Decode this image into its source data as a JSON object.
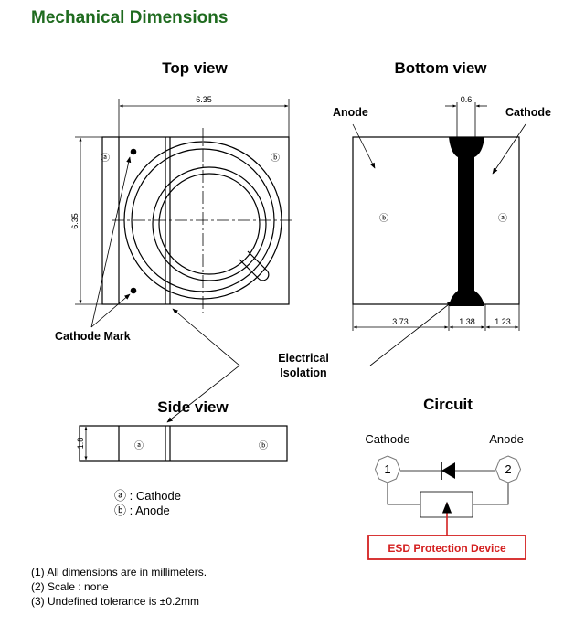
{
  "title": "Mechanical Dimensions",
  "top_view": {
    "heading": "Top view",
    "width_dim": "6.35",
    "height_dim": "6.35",
    "label_a": "ⓐ",
    "label_b": "ⓑ",
    "cathode_mark": "Cathode Mark"
  },
  "bottom_view": {
    "heading": "Bottom view",
    "anode": "Anode",
    "cathode": "Cathode",
    "gap_dim": "0.6",
    "label_a": "ⓐ",
    "label_b": "ⓑ",
    "dim_left": "3.73",
    "dim_mid": "1.38",
    "dim_right": "1.23"
  },
  "electrical_isolation": [
    "Electrical",
    "Isolation"
  ],
  "side_view": {
    "heading": "Side view",
    "height_dim": "1.8",
    "label_a": "ⓐ",
    "label_b": "ⓑ"
  },
  "legend": {
    "cathode": "ⓐ : Cathode",
    "anode": "ⓑ : Anode"
  },
  "circuit": {
    "heading": "Circuit",
    "cathode": "Cathode",
    "anode": "Anode",
    "pin1": "1",
    "pin2": "2",
    "esd": "ESD Protection Device",
    "esd_color": "#d42020"
  },
  "notes": [
    "(1) All dimensions are in millimeters.",
    "(2) Scale : none",
    "(3) Undefined tolerance is ±0.2mm"
  ]
}
